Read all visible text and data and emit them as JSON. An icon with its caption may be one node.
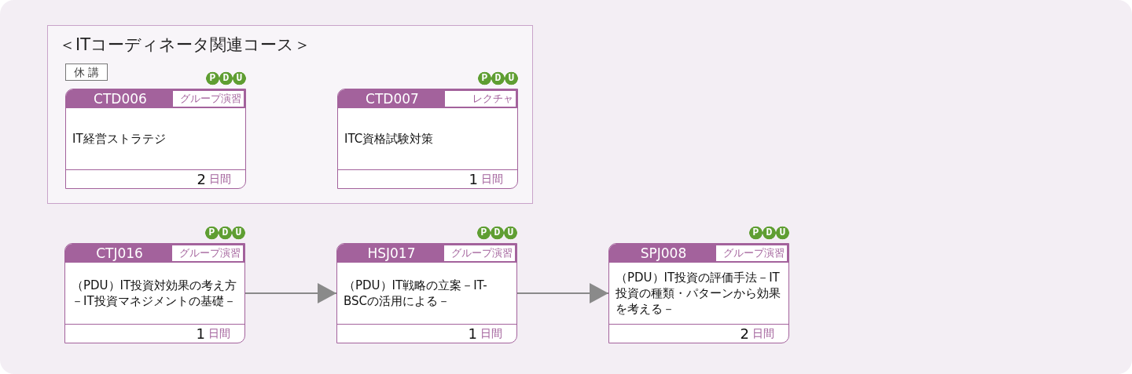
{
  "diagram": {
    "nodes": [
      {
        "text": [
          "＜ITコーディネータ関連コース＞"
        ]
      },
      {
        "text": [
          "CTD006",
          "グループ演習",
          "IT経営ストラテジ",
          "2",
          "日間"
        ],
        "in": 0,
        "beside": [
          "休 講",
          "PDU"
        ]
      },
      {
        "text": [
          "CTD007",
          "レクチャ",
          "ITC資格試験対策",
          "1",
          "日間"
        ],
        "in": 0,
        "beside": [
          "PDU"
        ]
      },
      {
        "text": [
          "CTJ016",
          "グループ演習",
          "（PDU）IT投資対効果の考え方－IT投資マネジメントの基礎－",
          "1",
          "日間"
        ],
        "beside": [
          "PDU"
        ]
      },
      {
        "text": [
          "HSJ017",
          "グループ演習",
          "（PDU）IT戦略の立案－IT-BSCの活用による－",
          "1",
          "日間"
        ],
        "beside": [
          "PDU"
        ]
      },
      {
        "text": [
          "SPJ008",
          "グループ演習",
          "（PDU）IT投資の評価手法－IT投資の種類・パターンから効果を考える－",
          "2",
          "日間"
        ],
        "beside": [
          "PDU"
        ]
      }
    ],
    "edges": [
      {
        "from": 3,
        "to": 4,
        "arrow": "to"
      },
      {
        "from": 4,
        "to": 5,
        "arrow": "to"
      }
    ]
  }
}
